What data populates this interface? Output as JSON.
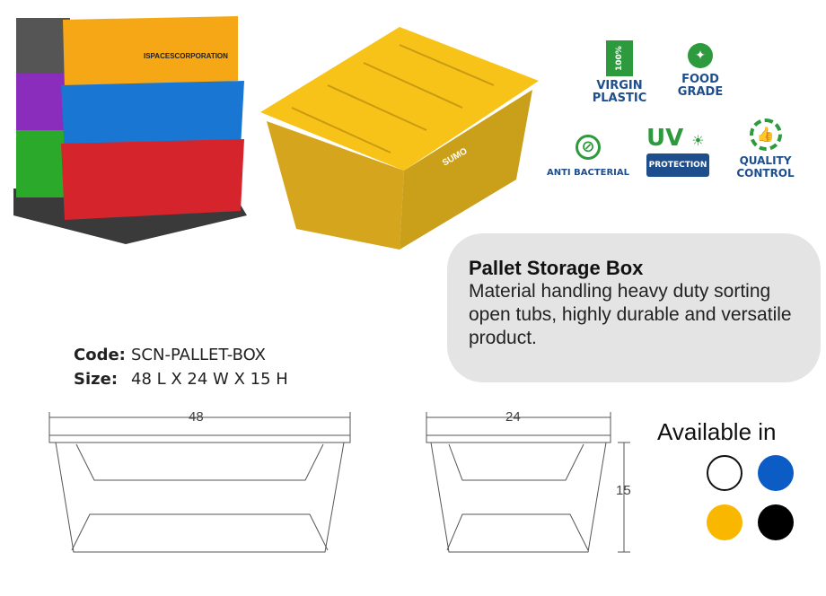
{
  "product": {
    "title": "Pallet Storage Box",
    "description": "Material handling heavy duty sorting open tubs, highly durable and versatile product."
  },
  "specs": {
    "code_label": "Code:",
    "code": "SCN-PALLET-BOX",
    "size_label": "Size:",
    "size": "48 L X 24 W X 15 H"
  },
  "badges": {
    "virgin": "VIRGIN PLASTIC",
    "virgin_pct": "100%",
    "food": "FOOD GRADE",
    "anti": "ANTI BACTERIAL",
    "uv": "UV",
    "uv_sub": "PROTECTION",
    "quality": "QUALITY CONTROL"
  },
  "images": {
    "brand_stack": "ISPACESCORPORATION",
    "brand_box": "SUMO"
  },
  "dimensions": {
    "length": "48",
    "width": "24",
    "height": "15"
  },
  "availability": {
    "label": "Available in",
    "colors": [
      "#ffffff",
      "#0b5cc4",
      "#f9b700",
      "#000000"
    ]
  },
  "colors": {
    "green": "#2e9a3e",
    "blue": "#1f4e8c"
  }
}
